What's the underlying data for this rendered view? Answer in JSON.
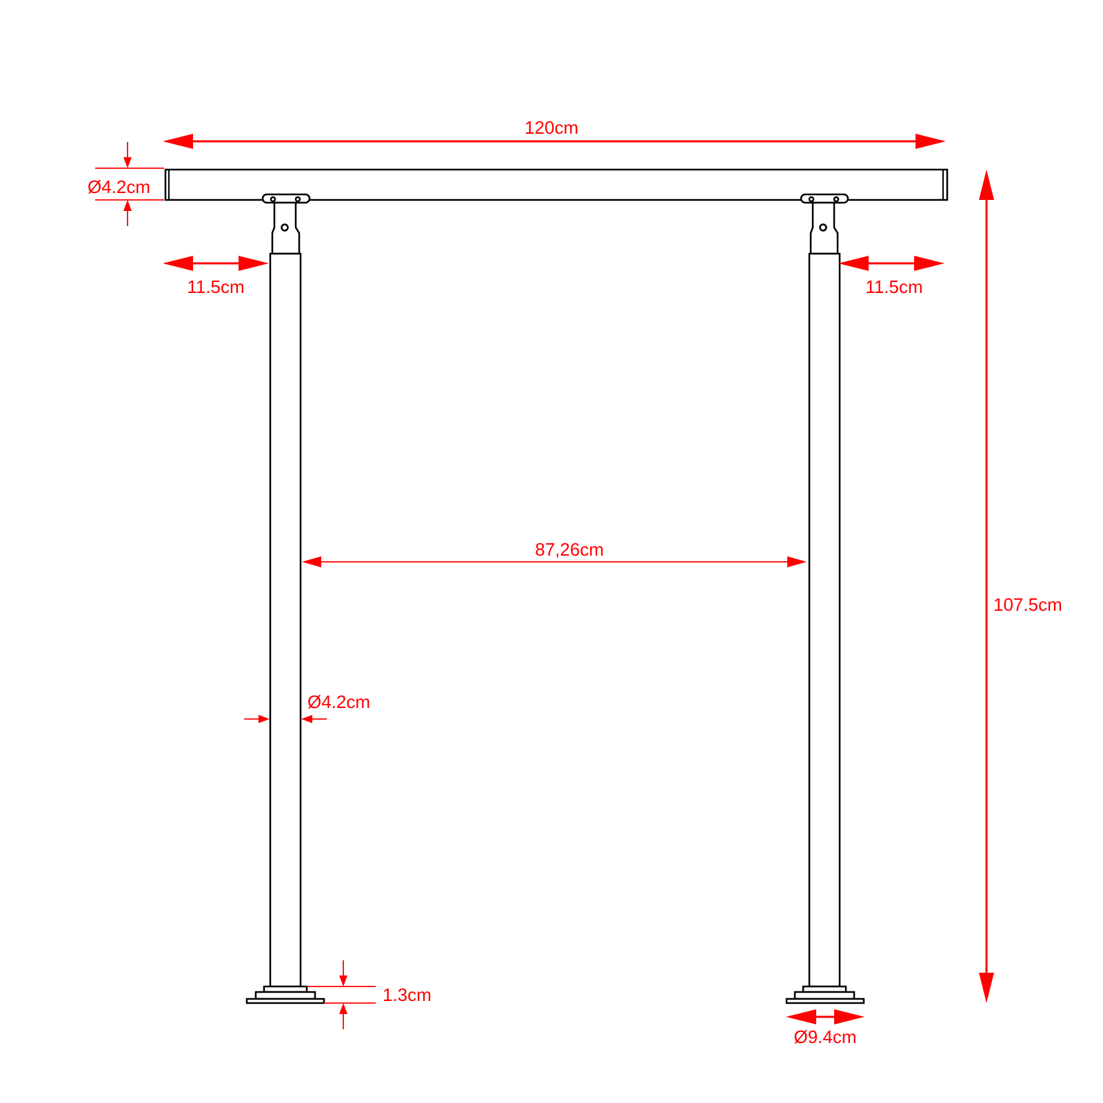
{
  "dimensions": {
    "total_length": "120cm",
    "rail_diameter": "Ø4.2cm",
    "left_overhang": "11.5cm",
    "right_overhang": "11.5cm",
    "post_spacing": "87,26cm",
    "total_height": "107.5cm",
    "post_diameter": "Ø4.2cm",
    "base_thickness": "1.3cm",
    "base_diameter": "Ø9.4cm"
  },
  "colors": {
    "outline": "#000000",
    "dimension": "#ff0000",
    "background": "#ffffff"
  }
}
